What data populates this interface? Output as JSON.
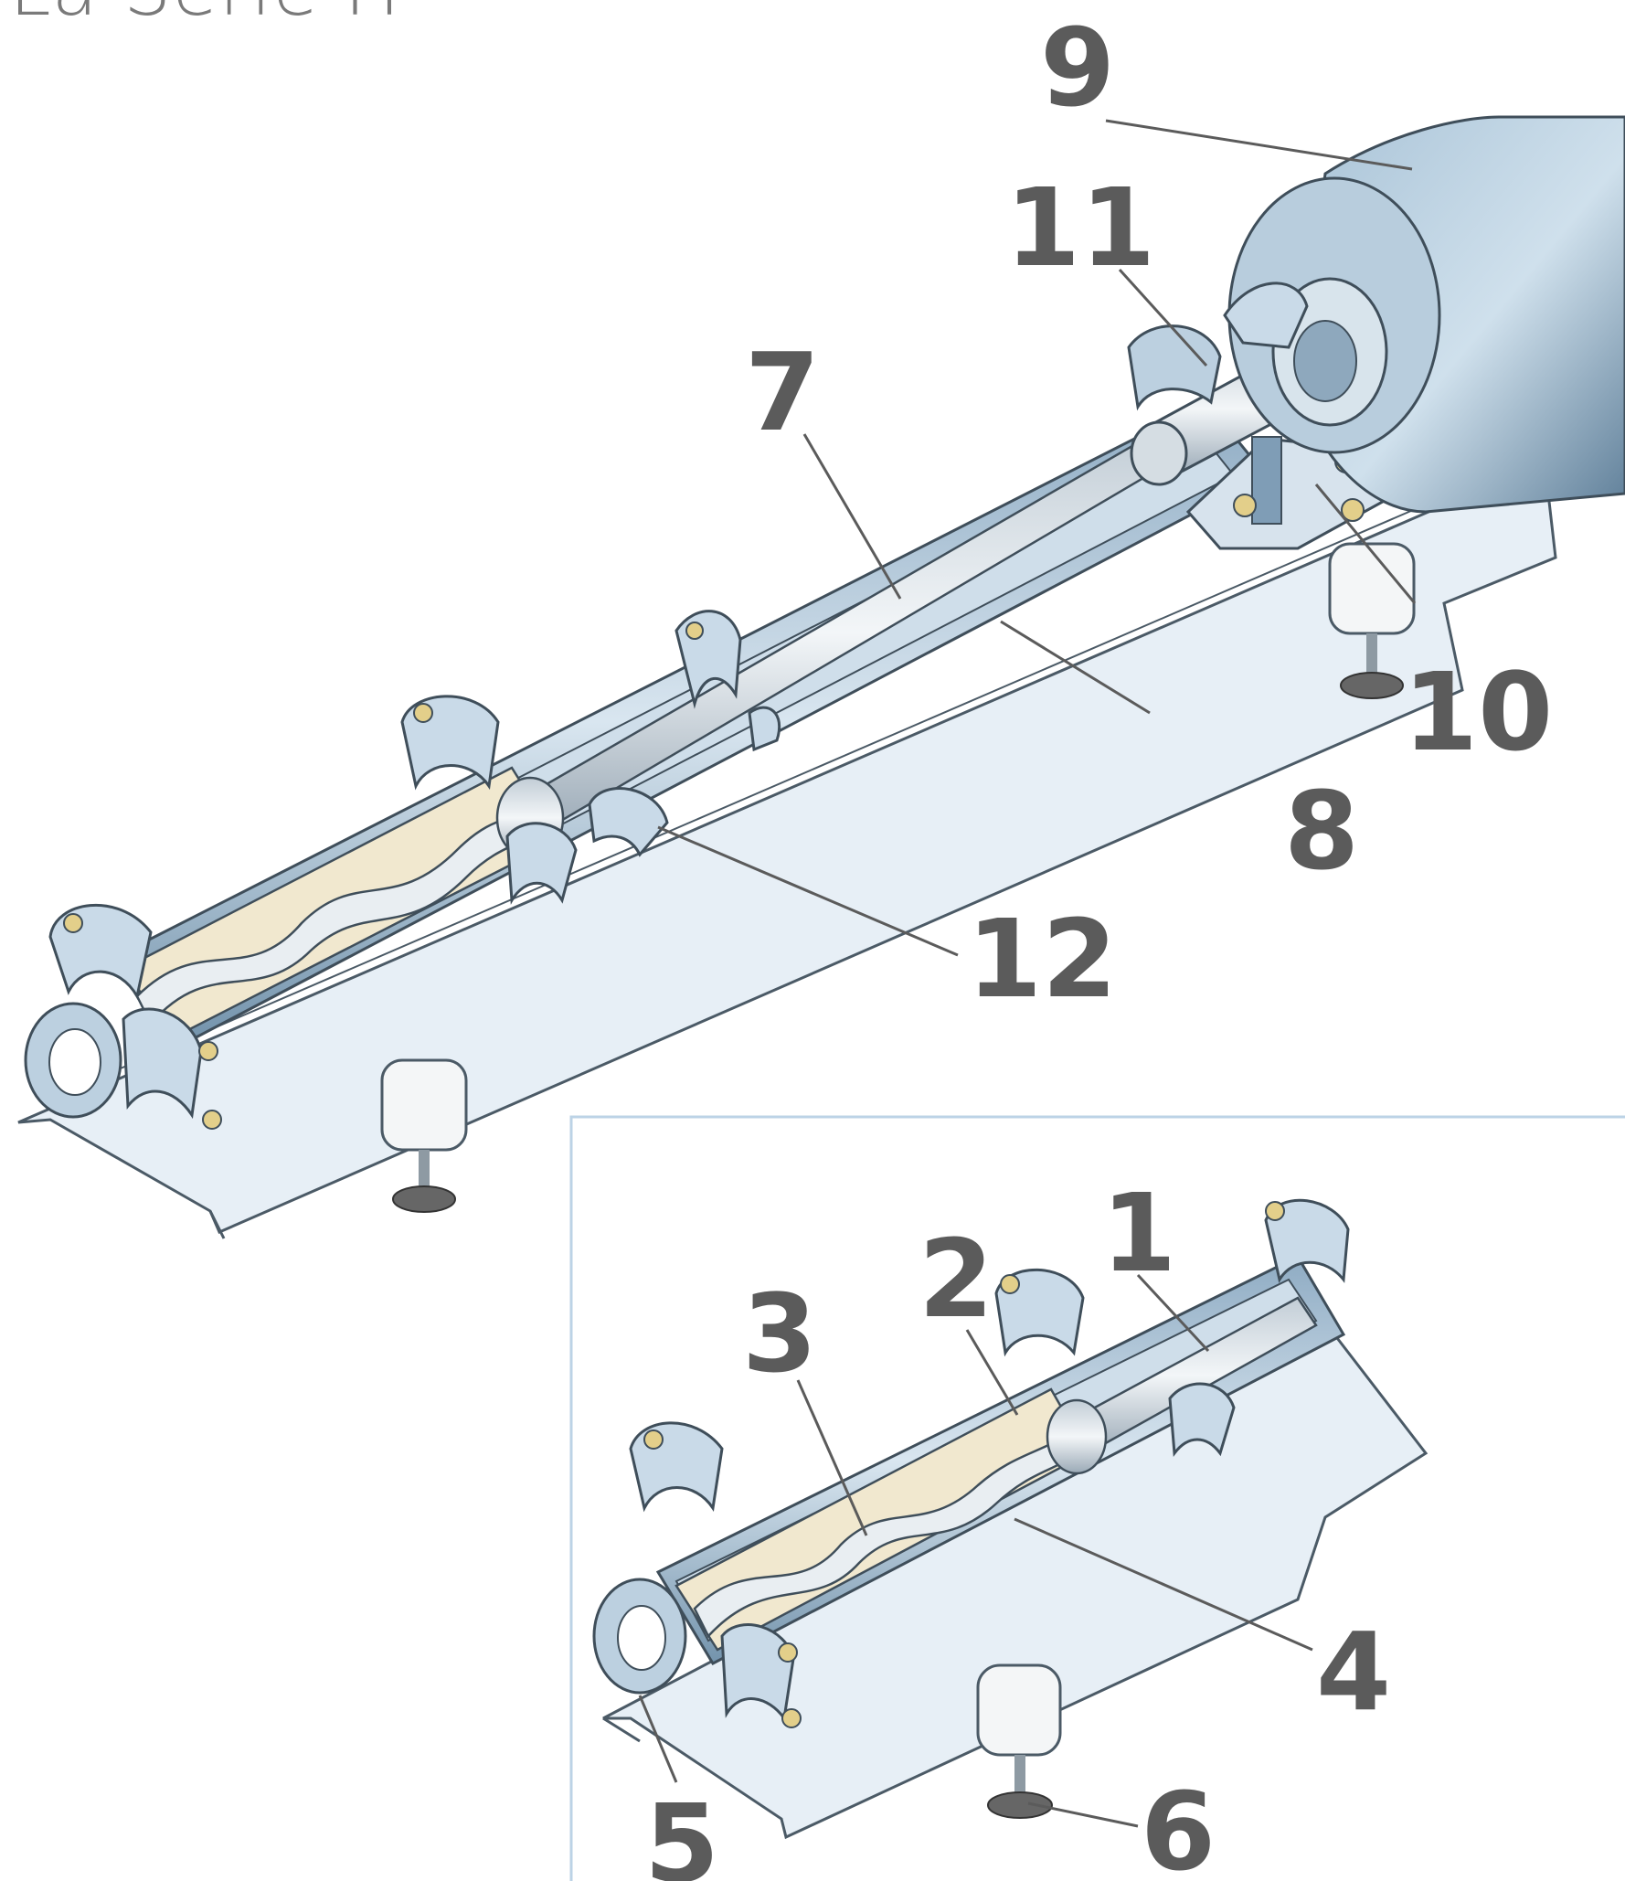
{
  "title": "La Serie H",
  "colors": {
    "steel_dark": "#6e8fa8",
    "steel_mid": "#9fbad0",
    "steel_light": "#dbe8f2",
    "trough": "#e6eef5",
    "stator": "#f1e8cf",
    "label": "#5b5b5b",
    "inset_frame": "#bcd3e6"
  },
  "callouts": {
    "c1": "1",
    "c2": "2",
    "c3": "3",
    "c4": "4",
    "c5": "5",
    "c6": "6",
    "c7": "7",
    "c8": "8",
    "c9": "9",
    "c10": "10",
    "c11": "11",
    "c12": "12"
  }
}
